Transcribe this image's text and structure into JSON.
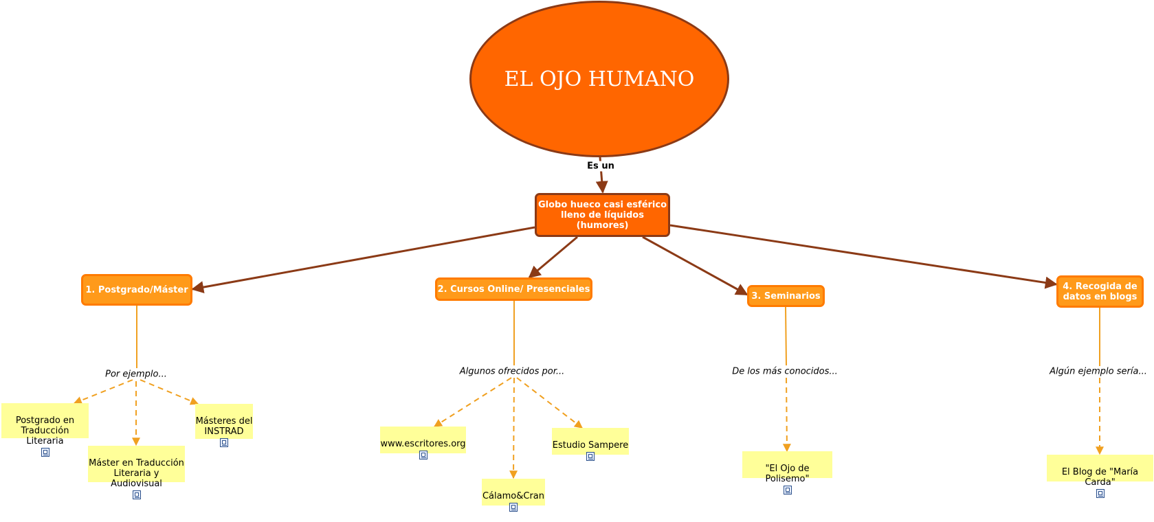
{
  "colors": {
    "root_fill": "#ff6600",
    "dark_border": "#8b3a16",
    "branch_fill": "#ff9a1a",
    "branch_border": "#ff7b00",
    "leaf_fill": "#ffff99",
    "dashed_link": "#f0a020"
  },
  "root": {
    "label": "EL OJO HUMANO"
  },
  "root_link_label": "Es un",
  "main": {
    "label": "Globo hueco casi esférico\nlleno de líquidos\n(humores)"
  },
  "branches": [
    {
      "label": "1. Postgrado/Máster",
      "link_label": "Por ejemplo...",
      "leaves": [
        {
          "label": "Postgrado en\nTraducción Literaria",
          "icon": "document-icon"
        },
        {
          "label": "Máster en Traducción\nLiteraria y Audiovisual",
          "icon": "document-icon"
        },
        {
          "label": "Másteres del\nINSTRAD",
          "icon": "document-icon"
        }
      ]
    },
    {
      "label": "2. Cursos Online/ Presenciales",
      "link_label": "Algunos ofrecidos por...",
      "leaves": [
        {
          "label": "www.escritores.org",
          "icon": "document-icon"
        },
        {
          "label": "Cálamo&Cran",
          "icon": "document-icon"
        },
        {
          "label": "Estudio Sampere",
          "icon": "document-icon"
        }
      ]
    },
    {
      "label": "3. Seminarios",
      "link_label": "De los más conocidos...",
      "leaves": [
        {
          "label": "\"El Ojo de Polisemo\"",
          "icon": "document-icon"
        }
      ]
    },
    {
      "label": "4. Recogida de\ndatos en blogs",
      "link_label": "Algún ejemplo sería...",
      "leaves": [
        {
          "label": "El Blog de \"María Carda\"",
          "icon": "document-icon"
        }
      ]
    }
  ]
}
